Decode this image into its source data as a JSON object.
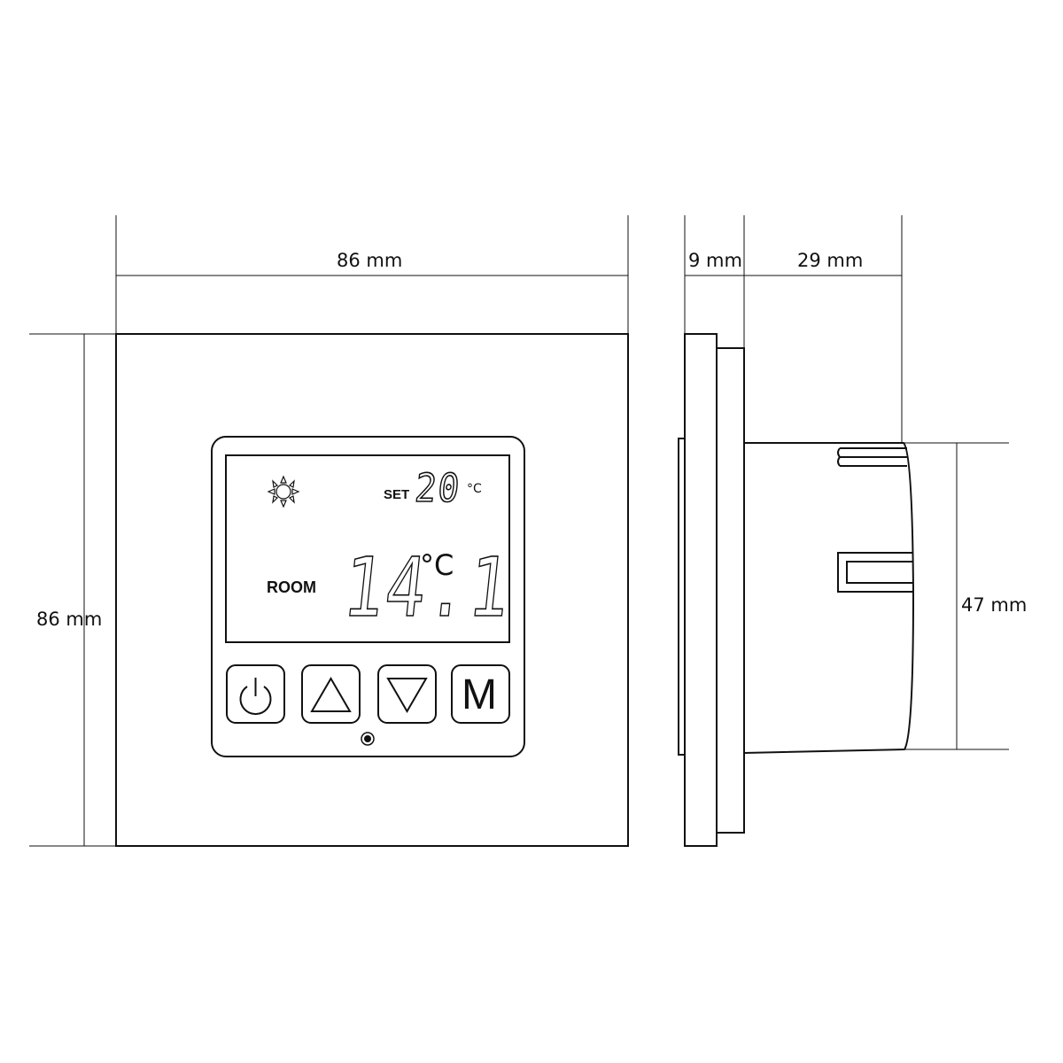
{
  "dimensions": {
    "front_width": "86 mm",
    "front_height": "86 mm",
    "side_plate_depth": "9 mm",
    "side_body_depth": "29 mm",
    "side_body_height": "47 mm"
  },
  "display": {
    "set_label": "SET",
    "set_value": "20",
    "set_unit": "°C",
    "room_label": "ROOM",
    "room_value": "14.1",
    "room_unit": "°C",
    "mode_icon": "sun-icon"
  },
  "buttons": {
    "power_icon": "power-icon",
    "up_icon": "triangle-up-icon",
    "down_icon": "triangle-down-icon",
    "mode_label": "M"
  },
  "indicator_icon": "led-indicator-icon"
}
